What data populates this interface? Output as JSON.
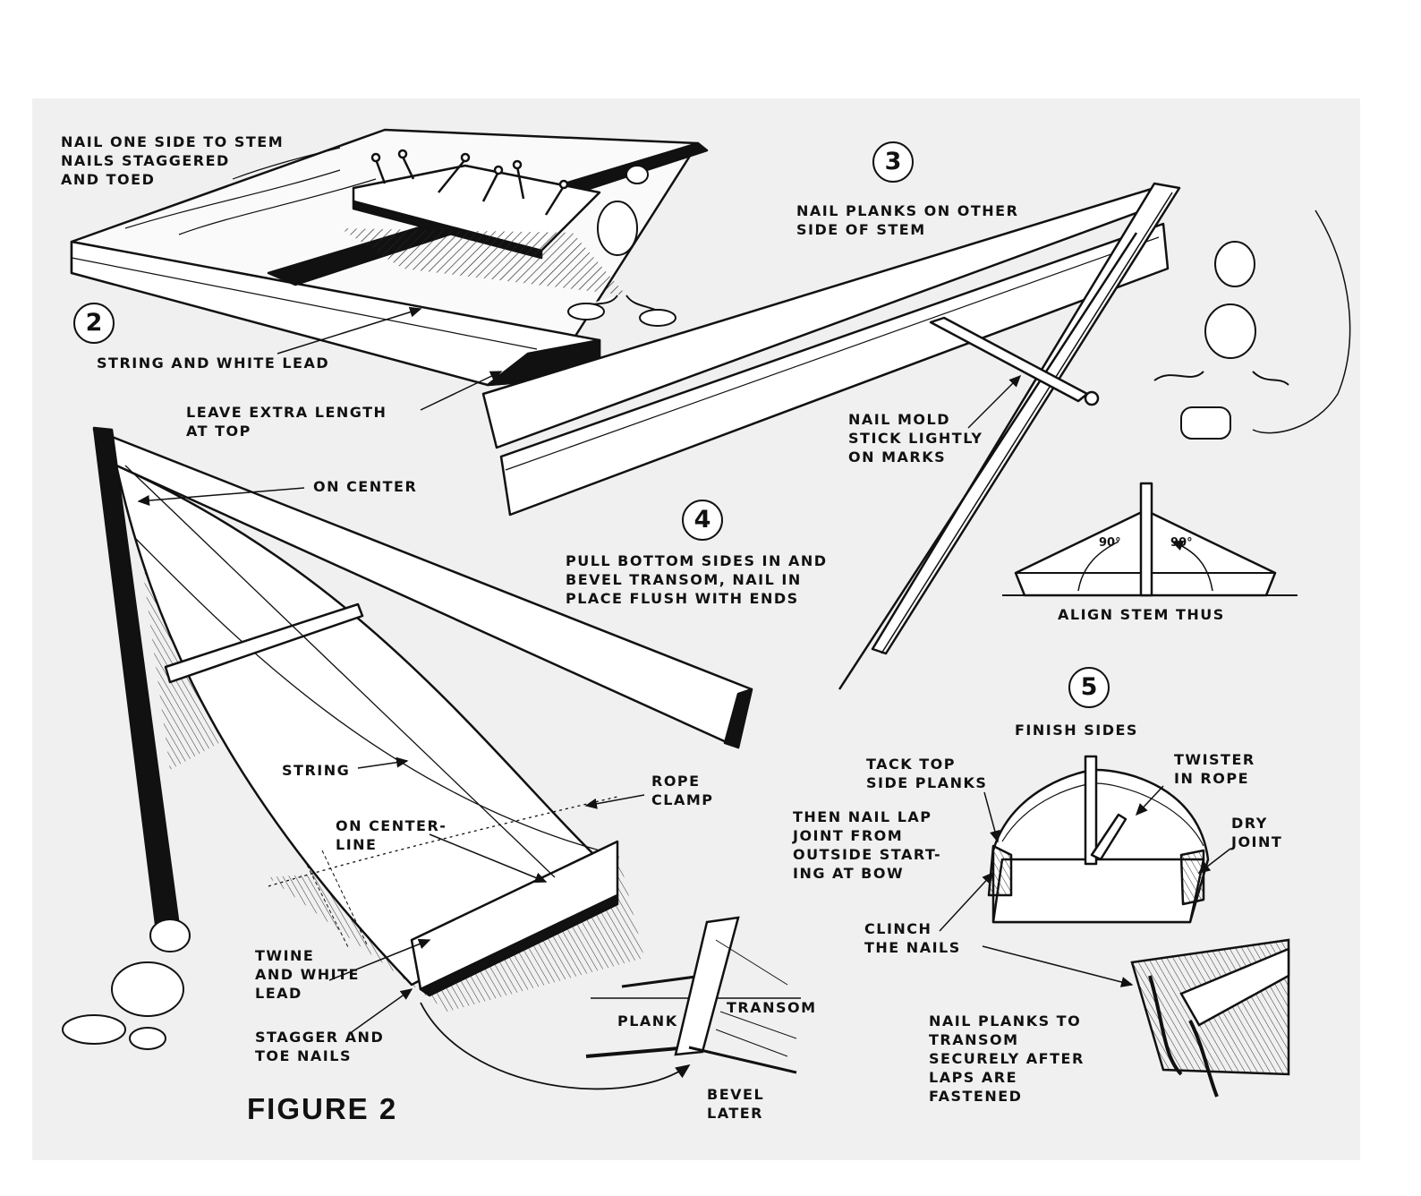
{
  "figure": {
    "title": "FIGURE 2",
    "steps": [
      "2",
      "3",
      "4",
      "5"
    ]
  },
  "step2": {
    "nail_note": "NAIL ONE SIDE TO STEM\nNAILS STAGGERED\nAND TOED",
    "string_note": "STRING AND WHITE LEAD",
    "length_note": "LEAVE EXTRA LENGTH\nAT TOP"
  },
  "step3": {
    "planks_note": "NAIL PLANKS ON OTHER\nSIDE OF STEM",
    "mold_note": "NAIL MOLD\nSTICK LIGHTLY\nON MARKS"
  },
  "step4": {
    "pull_note": "PULL BOTTOM SIDES IN AND\nBEVEL TRANSOM, NAIL IN\nPLACE FLUSH WITH ENDS",
    "on_center": "ON CENTER",
    "string": "STRING",
    "on_centerline": "ON CENTER-\nLINE",
    "rope_clamp": "ROPE\nCLAMP",
    "twine": "TWINE\nAND WHITE\nLEAD",
    "stagger": "STAGGER AND\nTOE NAILS",
    "align": "ALIGN STEM THUS",
    "angle_left": "90°",
    "angle_right": "90°"
  },
  "detail": {
    "plank": "PLANK",
    "transom": "TRANSOM",
    "bevel": "BEVEL\nLATER"
  },
  "step5": {
    "finish": "FINISH SIDES",
    "tack": "TACK TOP\nSIDE PLANKS",
    "twister": "TWISTER\nIN ROPE",
    "lap": "THEN NAIL LAP\nJOINT FROM\nOUTSIDE START-\nING AT BOW",
    "dry": "DRY\nJOINT",
    "clinch": "CLINCH\nTHE NAILS",
    "nail_transom": "NAIL PLANKS TO\nTRANSOM\nSECURELY AFTER\nLAPS ARE\nFASTENED"
  }
}
